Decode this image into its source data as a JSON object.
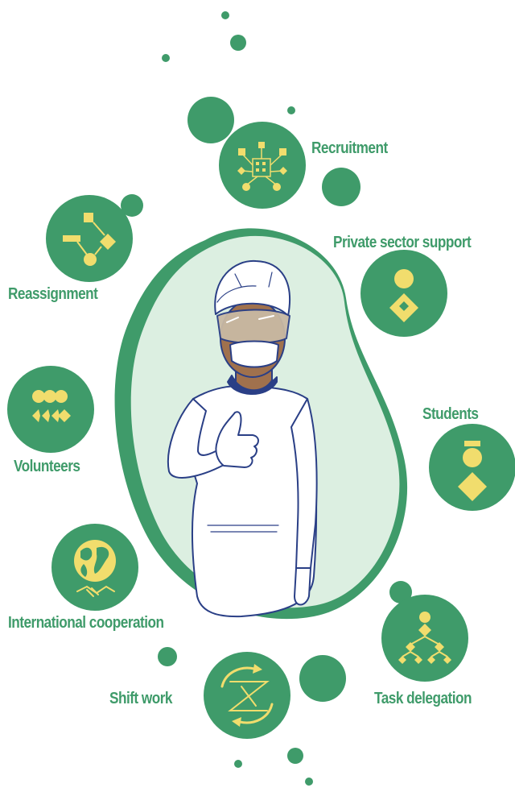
{
  "colors": {
    "circle": "#3f9b6a",
    "icon": "#f1dd6d",
    "blob_light": "#dcefe1",
    "blob_dark": "#3f9b6a",
    "outline": "#2a3f86"
  },
  "items": [
    {
      "label": "Recruitment",
      "icon": "org-chart-building-icon"
    },
    {
      "label": "Private sector support",
      "icon": "circle-diamond-icon"
    },
    {
      "label": "Students",
      "icon": "graduate-icon"
    },
    {
      "label": "Task delegation",
      "icon": "hierarchy-icon"
    },
    {
      "label": "Shift work",
      "icon": "cycle-arrows-icon"
    },
    {
      "label": "International cooperation",
      "icon": "globe-handshake-icon"
    },
    {
      "label": "Volunteers",
      "icon": "group-shapes-icon"
    },
    {
      "label": "Reassignment",
      "icon": "connected-shapes-icon"
    }
  ],
  "figure": {
    "icon": "health-worker-thumbs-up-icon"
  }
}
